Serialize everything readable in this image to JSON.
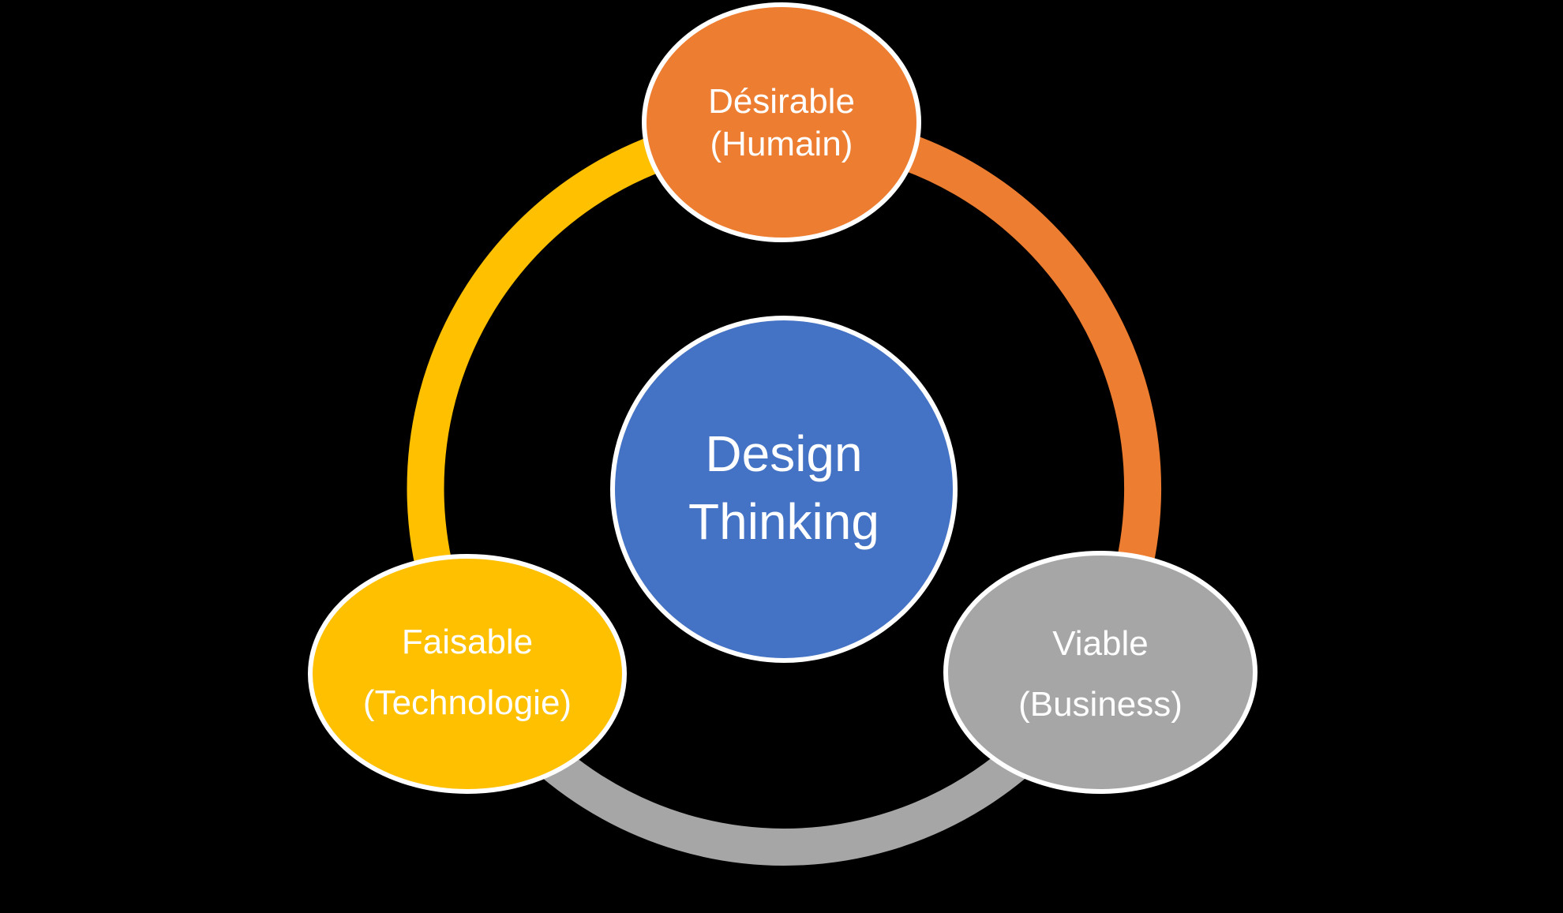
{
  "background_color": "#000000",
  "diagram": {
    "center": {
      "line1": "Design",
      "line2": "Thinking",
      "fill": "#4472C4",
      "border_color": "#FFFFFF",
      "text_color": "#FFFFFF"
    },
    "desirable": {
      "line1": "Désirable",
      "line2": "(Humain)",
      "fill": "#ED7D31",
      "border_color": "#FFFFFF",
      "text_color": "#FFFFFF"
    },
    "faisable": {
      "line1": "Faisable",
      "line2": "(Technologie)",
      "fill": "#FFC000",
      "border_color": "#FFFFFF",
      "text_color": "#FFFFFF"
    },
    "viable": {
      "line1": "Viable",
      "line2": "(Business)",
      "fill": "#A6A6A6",
      "border_color": "#FFFFFF",
      "text_color": "#FFFFFF"
    },
    "ring": {
      "left_segment_color": "#FFC000",
      "right_segment_color": "#ED7D31",
      "bottom_segment_color": "#A6A6A6"
    }
  }
}
